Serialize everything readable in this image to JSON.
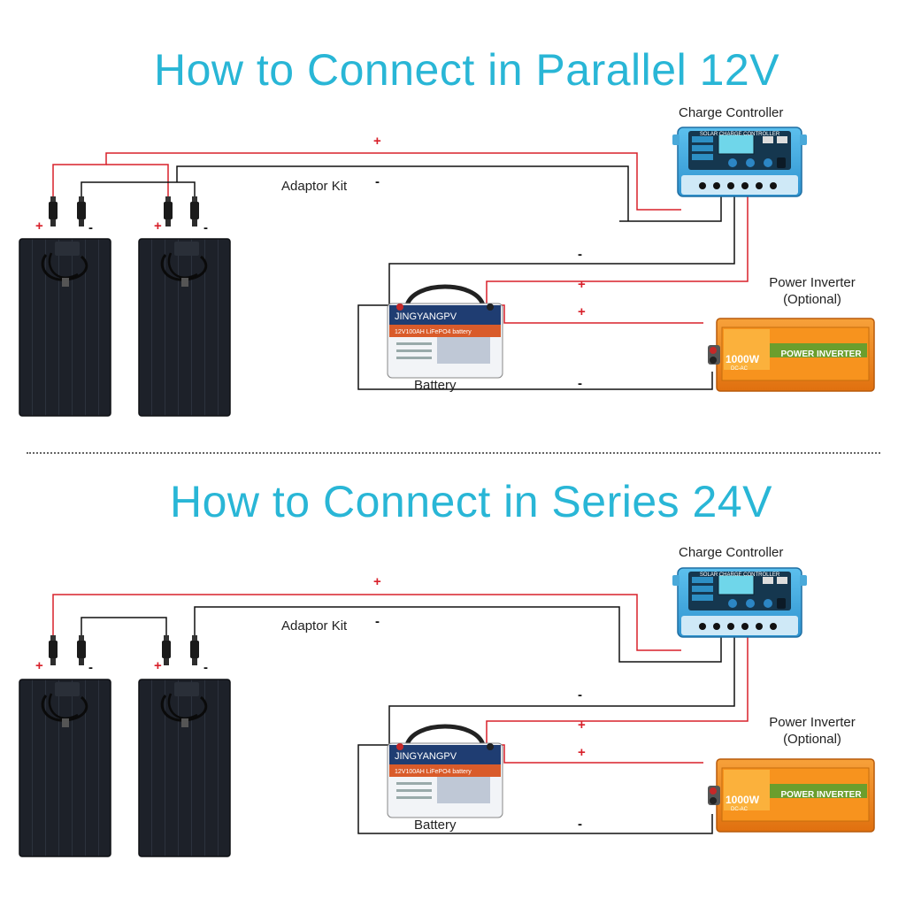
{
  "parallel": {
    "title": "How to Connect in Parallel 12V",
    "charge_controller_label": "Charge Controller",
    "adaptor_kit_label": "Adaptor Kit",
    "battery_label": "Battery",
    "inverter_label_line1": "Power Inverter",
    "inverter_label_line2": "(Optional)"
  },
  "series": {
    "title": "How to Connect in Series 24V",
    "charge_controller_label": "Charge Controller",
    "adaptor_kit_label": "Adaptor Kit",
    "battery_label": "Battery",
    "inverter_label_line1": "Power Inverter",
    "inverter_label_line2": "(Optional)"
  },
  "signs": {
    "plus": "+",
    "minus": "-"
  },
  "devices": {
    "controller_panel_text": "SOLAR CHARGE CONTROLLER",
    "battery_brand": "JINGYANGPV",
    "battery_model": "12V100AH LiFePO4 battery",
    "inverter_power": "1000W",
    "inverter_subtext": "DC-AC",
    "inverter_name": "POWER INVERTER"
  },
  "colors": {
    "title": "#29b6d6",
    "positive_wire": "#d8202a",
    "negative_wire": "#111111",
    "panel": "#1b1f26",
    "controller": "#3aa8e0",
    "battery": "#2b3a5c",
    "inverter": "#f08a1c"
  }
}
